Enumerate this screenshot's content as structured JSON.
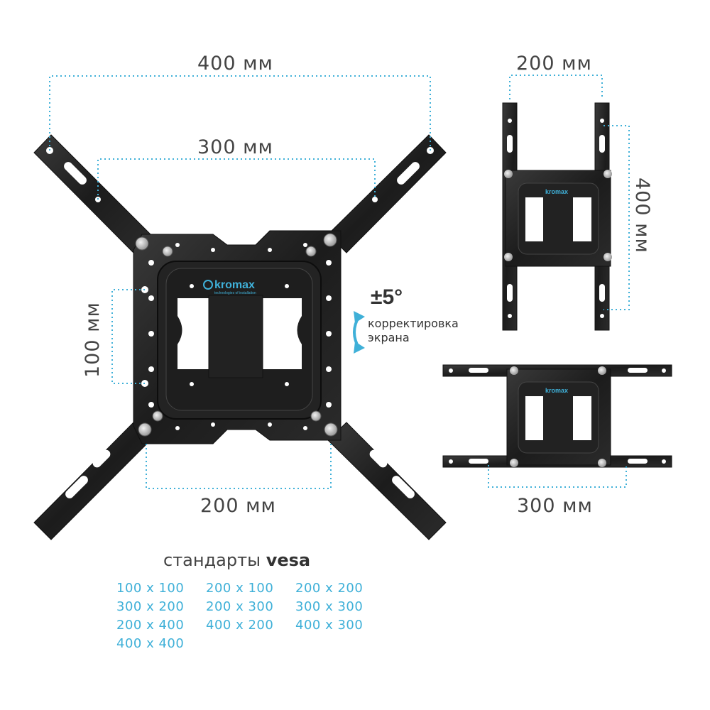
{
  "dimensions": {
    "main_top_width": "400 мм",
    "main_inner_width": "300 мм",
    "main_bottom_width": "200 мм",
    "main_side_height": "100 мм",
    "right_top_width": "200 мм",
    "right_top_height": "400 мм",
    "right_bottom_width": "300 мм"
  },
  "tilt": {
    "value": "±5°",
    "line1": "корректировка",
    "line2": "экрана"
  },
  "brand": "kromax",
  "brand_tagline": "technologies of installation",
  "vesa": {
    "title_prefix": "стандарты",
    "title_bold": "vesa",
    "sizes": [
      "100 x 100",
      "200 x 100",
      "200 x 200",
      "300 x 200",
      "200 x 300",
      "300 x 300",
      "200 x 400",
      "400 x 200",
      "400 x 300",
      "400 x 400"
    ]
  },
  "colors": {
    "accent": "#3fb0d8",
    "metal": "#1c1c1c",
    "text": "#444444"
  }
}
